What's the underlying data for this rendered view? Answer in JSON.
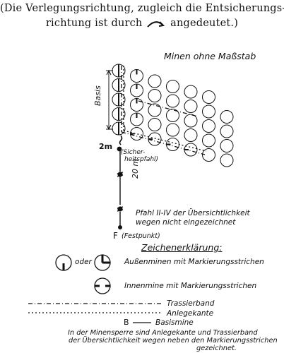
{
  "header": {
    "line1": "(Die Verlegungsrichtung, zugleich die Entsicherungs-",
    "line2a": "richtung ist durch",
    "line2b": "angedeutet.)",
    "arrow_icon": "curved-arrow-icon"
  },
  "diagram": {
    "title": "Minen ohne Maßstab",
    "basis_label": "Basis",
    "dim_2m": "2m",
    "sicherheitspfahl_label1": "(Sicher-",
    "sicherheitspfahl_label2": "heitspfahl)",
    "dim_20m": "20 m",
    "pfahl_note1": "Pfahl II-IV der Übersichtlichkeit",
    "pfahl_note2": "wegen nicht eingezeichnet",
    "festpunkt_letter": "F",
    "festpunkt_label": "(Festpunkt)"
  },
  "legend": {
    "title": "Zeichenerklärung:",
    "oder": "oder",
    "item1": "Außenminen mit Markierungsstrichen",
    "item2": "Innenmine mit Markierungsstrichen",
    "item3": "Trassierband",
    "item4": "Anlegekante",
    "b_letter": "B",
    "item5": "Basismine",
    "footnote1": "In der Minensperre sind Anlegekante und Trassierband",
    "footnote2": "der Übersichtlichkeit wegen neben den Markierungsstrichen",
    "footnote3": "gezeichnet."
  }
}
